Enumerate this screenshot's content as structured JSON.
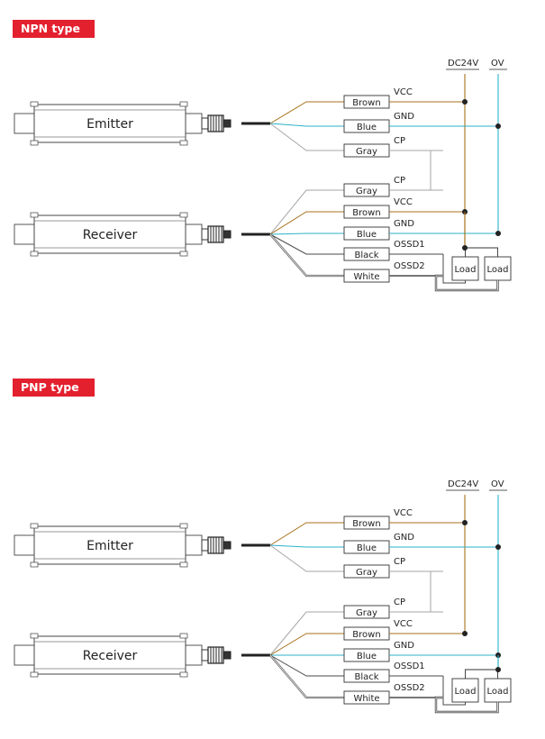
{
  "sections": [
    {
      "title": "NPN type",
      "emitter_label": "Emitter",
      "receiver_label": "Receiver",
      "supply_pos": "DC24V",
      "supply_neg": "OV",
      "load_label": "Load",
      "wires": [
        {
          "color": "Brown",
          "signal": "VCC"
        },
        {
          "color": "Blue",
          "signal": "GND"
        },
        {
          "color": "Gray",
          "signal": "CP"
        },
        {
          "color": "Gray",
          "signal": "CP"
        },
        {
          "color": "Brown",
          "signal": "VCC"
        },
        {
          "color": "Blue",
          "signal": "GND"
        },
        {
          "color": "Black",
          "signal": "OSSD1"
        },
        {
          "color": "White",
          "signal": "OSSD2"
        }
      ]
    },
    {
      "title": "PNP type",
      "emitter_label": "Emitter",
      "receiver_label": "Receiver",
      "supply_pos": "DC24V",
      "supply_neg": "OV",
      "load_label": "Load",
      "wires": [
        {
          "color": "Brown",
          "signal": "VCC"
        },
        {
          "color": "Blue",
          "signal": "GND"
        },
        {
          "color": "Gray",
          "signal": "CP"
        },
        {
          "color": "Gray",
          "signal": "CP"
        },
        {
          "color": "Brown",
          "signal": "VCC"
        },
        {
          "color": "Blue",
          "signal": "GND"
        },
        {
          "color": "Black",
          "signal": "OSSD1"
        },
        {
          "color": "White",
          "signal": "OSSD2"
        }
      ]
    }
  ],
  "wire_colors": {
    "Brown": "#a8721c",
    "Blue": "#2cb2c8",
    "Gray": "#a6a6a6",
    "Black": "#4a4a4a",
    "White": "#777777"
  },
  "badge_color": "#e3202e"
}
